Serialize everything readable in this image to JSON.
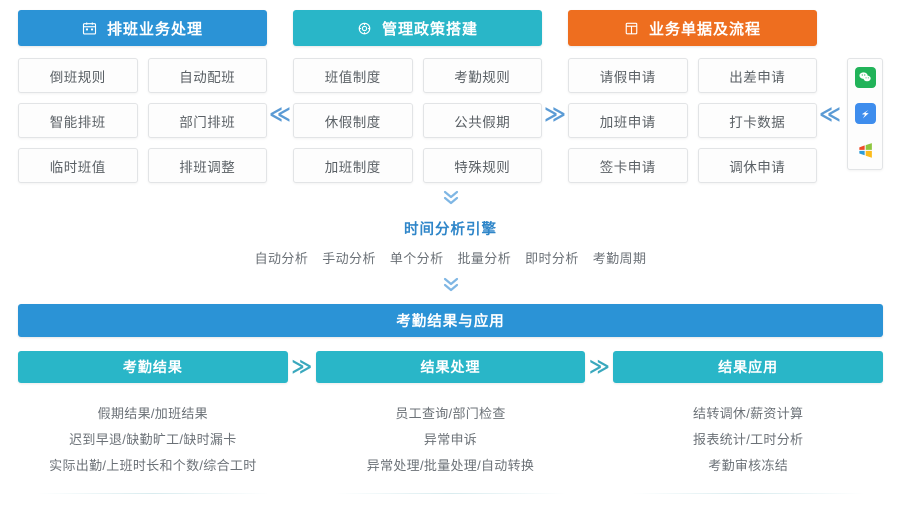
{
  "top": {
    "columns": [
      {
        "id": "scheduling",
        "title": "排班业务处理",
        "icon": "calendar-icon",
        "color": "#2b93d6",
        "tiles": [
          "倒班规则",
          "自动配班",
          "智能排班",
          "部门排班",
          "临时班值",
          "排班调整"
        ]
      },
      {
        "id": "policy",
        "title": "管理政策搭建",
        "icon": "settings-gear-icon",
        "color": "#29b6c8",
        "tiles": [
          "班值制度",
          "考勤规则",
          "休假制度",
          "公共假期",
          "加班制度",
          "特殊规则"
        ]
      },
      {
        "id": "documents",
        "title": "业务单据及流程",
        "icon": "form-document-icon",
        "color": "#ee6e1f",
        "tiles": [
          "请假申请",
          "出差申请",
          "加班申请",
          "打卡数据",
          "签卡申请",
          "调休申请"
        ]
      }
    ],
    "separators": [
      {
        "id": "sep-1",
        "glyph": "≪",
        "direction": "left"
      },
      {
        "id": "sep-2",
        "glyph": "≫",
        "direction": "right"
      },
      {
        "id": "sep-3",
        "glyph": "≪",
        "direction": "left"
      }
    ],
    "app_rail": [
      {
        "id": "wechat",
        "icon": "wechat-icon",
        "color": "#21b359"
      },
      {
        "id": "dingtalk",
        "icon": "dingtalk-icon",
        "color": "#3e8ded"
      },
      {
        "id": "windows",
        "icon": "windows-icon",
        "color": "#4a90d9"
      }
    ]
  },
  "engine": {
    "chevron_top": "»",
    "chevron_bottom": "»",
    "title": "时间分析引擎",
    "tags": [
      "自动分析",
      "手动分析",
      "单个分析",
      "批量分析",
      "即时分析",
      "考勤周期"
    ]
  },
  "result_bar": {
    "title": "考勤结果与应用",
    "color": "#2b93d6"
  },
  "stages": {
    "separator_glyph": "≫",
    "items": [
      {
        "id": "attendance-result",
        "title": "考勤结果",
        "lines": [
          "假期结果/加班结果",
          "迟到早退/缺勤旷工/缺时漏卡",
          "实际出勤/上班时长和个数/综合工时"
        ]
      },
      {
        "id": "result-processing",
        "title": "结果处理",
        "lines": [
          "员工查询/部门检查",
          "异常申诉",
          "异常处理/批量处理/自动转换"
        ]
      },
      {
        "id": "result-application",
        "title": "结果应用",
        "lines": [
          "结转调休/薪资计算",
          "报表统计/工时分析",
          "考勤审核冻结"
        ]
      }
    ]
  }
}
